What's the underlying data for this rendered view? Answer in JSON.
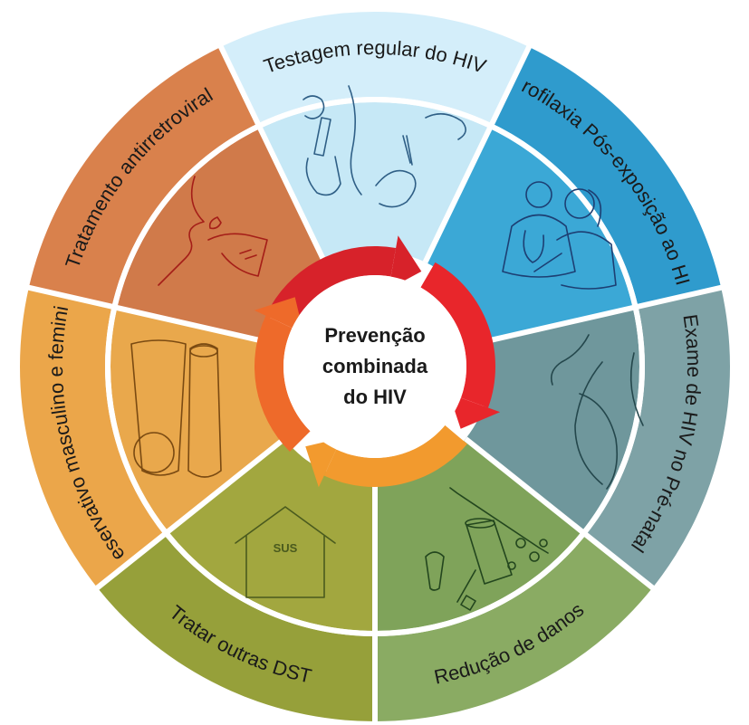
{
  "center": {
    "lines": [
      "Prevenção",
      "combinada",
      "do HIV"
    ]
  },
  "segments": [
    {
      "id": "testagem",
      "label": "Testagem regular do HIV",
      "color": "#c6e8f6",
      "rim": "#d4eefa",
      "art": "#2f5f86",
      "icon": "swab-test-icon"
    },
    {
      "id": "pep",
      "label": "Profilaxia Pós-exposição ao HIV",
      "color": "#3ba8d6",
      "rim": "#2f9bcd",
      "art": "#1d3f73",
      "icon": "doctor-nurse-icon"
    },
    {
      "id": "prenatal",
      "label": "Exame de HIV no Pré-natal",
      "color": "#6f979c",
      "rim": "#7ea2a6",
      "art": "#24474c",
      "icon": "pregnant-woman-icon"
    },
    {
      "id": "reducao",
      "label": "Redução de danos",
      "color": "#7fa35a",
      "rim": "#8aab63",
      "art": "#23461e",
      "icon": "syringe-cup-icon"
    },
    {
      "id": "dst",
      "label": "Tratar outras DST",
      "color": "#a2a73f",
      "rim": "#96a03a",
      "art": "#4a5a1e",
      "icon": "sus-house-icon",
      "sus": "SUS"
    },
    {
      "id": "preservativo",
      "label": "Preservativo masculino e feminino",
      "color": "#e9a84c",
      "rim": "#eba64a",
      "art": "#7a4a12",
      "icon": "condoms-icon"
    },
    {
      "id": "tratamento",
      "label": "Tratamento antirretroviral",
      "color": "#d07a4a",
      "rim": "#d9814c",
      "art": "#8a1a14",
      "icon": "pill-mouth-icon"
    }
  ]
}
